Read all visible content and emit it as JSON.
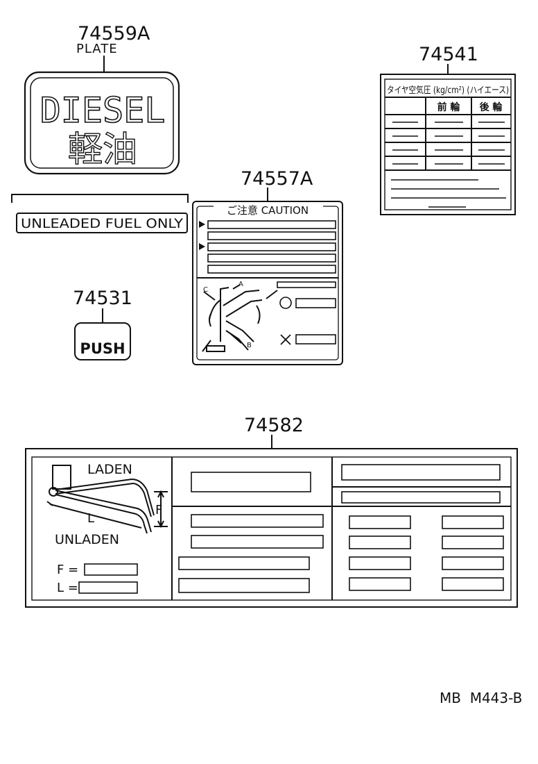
{
  "parts": {
    "plate": {
      "number": "74559A",
      "name": "PLATE",
      "line1": "DIESEL",
      "line2": "軽油"
    },
    "unleaded": {
      "text": "UNLEADED FUEL ONLY"
    },
    "push": {
      "number": "74531",
      "text": "PUSH"
    },
    "caution": {
      "number": "74557A",
      "title": "ご注意 CAUTION",
      "diagram_labels": [
        "A",
        "B",
        "C"
      ]
    },
    "tire": {
      "number": "74541",
      "title": "タイヤ空気圧 (kg/cm²) (ハイエース)",
      "col_front": "前 輪",
      "col_rear": "後 輪"
    },
    "load": {
      "number": "74582",
      "laden": "LADEN",
      "unladen": "UNLADEN",
      "dim_l": "L",
      "dim_f": "F",
      "f_eq": "F =",
      "l_eq": "L ="
    }
  },
  "footer": {
    "code": "MB  M443-B"
  },
  "colors": {
    "ink": "#111111",
    "paper": "#ffffff"
  }
}
